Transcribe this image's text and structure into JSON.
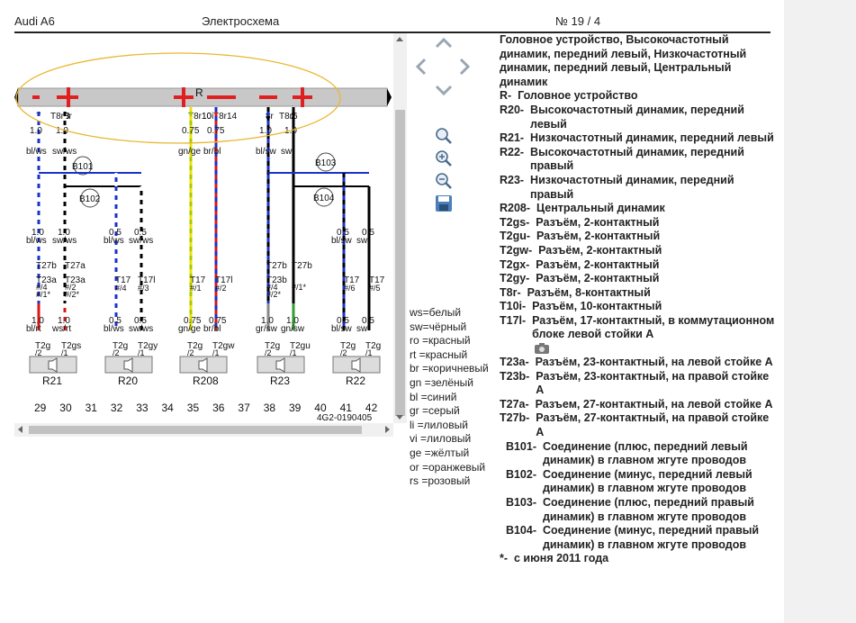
{
  "header": {
    "model": "Audi A6",
    "title": "Электросхема",
    "page_no": "№  19 / 4"
  },
  "diagram": {
    "component_top": "R",
    "pins_top": [
      "7",
      "8r",
      "3",
      "10i",
      "10",
      "14",
      "8r",
      "6",
      "2"
    ],
    "connectors_top": [
      "T8r",
      "T8r",
      "T10i",
      "T10i",
      "T8r",
      "T8r"
    ],
    "wire_labels_top": [
      {
        "size": "1.0",
        "color": "bl/ws"
      },
      {
        "size": "1.0",
        "color": "sw/ws"
      },
      {
        "size": "0.75",
        "color": "gn/ge"
      },
      {
        "size": "0.75",
        "color": "br/bl"
      },
      {
        "size": "1.0",
        "color": "bl/sw"
      },
      {
        "size": "1.0",
        "color": "sw"
      }
    ],
    "junctions": [
      "B101",
      "B102",
      "B103",
      "B104"
    ],
    "wire_labels_mid": [
      {
        "size": "1.0",
        "color": "bl/ws"
      },
      {
        "size": "1.0",
        "color": "sw/ws"
      },
      {
        "size": "0.5",
        "color": "bl/ws"
      },
      {
        "size": "0.5",
        "color": "sw/ws"
      },
      {
        "size": "0.5",
        "color": "bl/sw"
      },
      {
        "size": "0.5",
        "color": "sw"
      }
    ],
    "connectors_mid": [
      "T27b",
      "T27a",
      "T23a",
      "T17",
      "T17l",
      "T17",
      "T17l",
      "T27b",
      "T27b",
      "T23b",
      "T17",
      "T17"
    ],
    "pins_mid": [
      "4",
      "2",
      "1*",
      "2*",
      "4",
      "3",
      "1",
      "2",
      "4",
      "1*",
      "2*",
      "6",
      "5"
    ],
    "wire_labels_bot": [
      {
        "size": "1.0",
        "color": "bl/rt"
      },
      {
        "size": "1.0",
        "color": "ws/rt"
      },
      {
        "size": "0.5",
        "color": "bl/ws"
      },
      {
        "size": "0.5",
        "color": "sw/ws"
      },
      {
        "size": "0.75",
        "color": "gn/ge"
      },
      {
        "size": "0.75",
        "color": "br/bl"
      },
      {
        "size": "1.0",
        "color": "gr/sw"
      },
      {
        "size": "1.0",
        "color": "gn/sw"
      },
      {
        "size": "0.5",
        "color": "bl/sw"
      },
      {
        "size": "0.5",
        "color": "sw"
      }
    ],
    "plugs": [
      "T2g",
      "T2gs",
      "T2g",
      "T2gy",
      "T2g",
      "T2gw",
      "T2g",
      "T2gu",
      "T2g",
      "T2g"
    ],
    "plug_pins": [
      "2",
      "1",
      "2",
      "1",
      "2",
      "1",
      "2",
      "1",
      "2",
      "1"
    ],
    "speakers": [
      "R21",
      "R20",
      "R208",
      "R23",
      "R22"
    ],
    "grid": [
      "29",
      "30",
      "31",
      "32",
      "33",
      "34",
      "35",
      "36",
      "37",
      "38",
      "39",
      "40",
      "41",
      "42"
    ],
    "doc_no": "4G2-0190405",
    "colors": {
      "highlight": "#e8b830",
      "red_mark": "#e02020",
      "blue": "#1a32c8",
      "black": "#000000",
      "green_yellow": "#a8c800",
      "red": "#d81818",
      "white_stroke": "#ffffff"
    }
  },
  "toolbar": {
    "icons": [
      "arrow-up-icon",
      "arrow-left-icon",
      "arrow-right-icon",
      "arrow-down-icon",
      "zoom-fit-icon",
      "zoom-in-icon",
      "zoom-out-icon",
      "save-icon"
    ]
  },
  "color_legend": [
    "ws=белый",
    "sw=чёрный",
    "ro =красный",
    "rt  =красный",
    "br =коричневый",
    "gn =зелёный",
    "bl  =синий",
    "gr  =серый",
    "li   =лиловый",
    "vi  =лиловый",
    "ge =жёлтый",
    "or =оранжевый",
    "rs  =розовый"
  ],
  "components": {
    "intro": "Головное устройство, Высокочастотный динамик, передний левый, Низкочастотный динамик, передний левый, Центральный динамик",
    "items": [
      {
        "code": "R-  ",
        "text": "Головное устройство"
      },
      {
        "code": "R20-  ",
        "text": "Высокочастотный динамик, передний левый"
      },
      {
        "code": "R21-  ",
        "text": "Низкочастотный динамик, передний левый"
      },
      {
        "code": "R22-  ",
        "text": "Высокочастотный динамик, передний правый"
      },
      {
        "code": "R23-  ",
        "text": "Низкочастотный динамик, передний правый"
      },
      {
        "code": "R208-  ",
        "text": "Центральный динамик"
      },
      {
        "code": "T2gs-  ",
        "text": "Разъём, 2-контактный"
      },
      {
        "code": "T2gu-  ",
        "text": "Разъём, 2-контактный"
      },
      {
        "code": "T2gw-  ",
        "text": "Разъём, 2-контактный"
      },
      {
        "code": "T2gx-  ",
        "text": "Разъём, 2-контактный"
      },
      {
        "code": "T2gy-  ",
        "text": "Разъём, 2-контактный"
      },
      {
        "code": "T8r-  ",
        "text": "Разъём, 8-контактный"
      },
      {
        "code": "T10i-  ",
        "text": "Разъём, 10-контактный"
      },
      {
        "code": "T17l-  ",
        "text": "Разъём, 17-контактный, в коммутационном блоке левой стойки А"
      },
      {
        "code": "T23a-  ",
        "text": "Разъём, 23-контактный, на левой стойке А"
      },
      {
        "code": "T23b-  ",
        "text": "Разъём, 23-контактный, на правой стойке А"
      },
      {
        "code": "T27a-  ",
        "text": "Разъем, 27-контактный, на левой стойке А"
      },
      {
        "code": "T27b-  ",
        "text": "Разъём, 27-контактный, на правой стойке А"
      },
      {
        "code": "  B101-  ",
        "text": "Соединение (плюс, передний левый динамик) в главном жгуте проводов"
      },
      {
        "code": "  B102-  ",
        "text": "Соединение (минус, передний левый динамик) в главном жгуте проводов"
      },
      {
        "code": "  B103-  ",
        "text": "Соединение (плюс, передний правый динамик) в главном жгуте проводов"
      },
      {
        "code": "  B104-  ",
        "text": "Соединение (минус, передний правый динамик) в главном жгуте проводов"
      },
      {
        "code": "*-  ",
        "text": "с июня 2011 года"
      }
    ]
  }
}
